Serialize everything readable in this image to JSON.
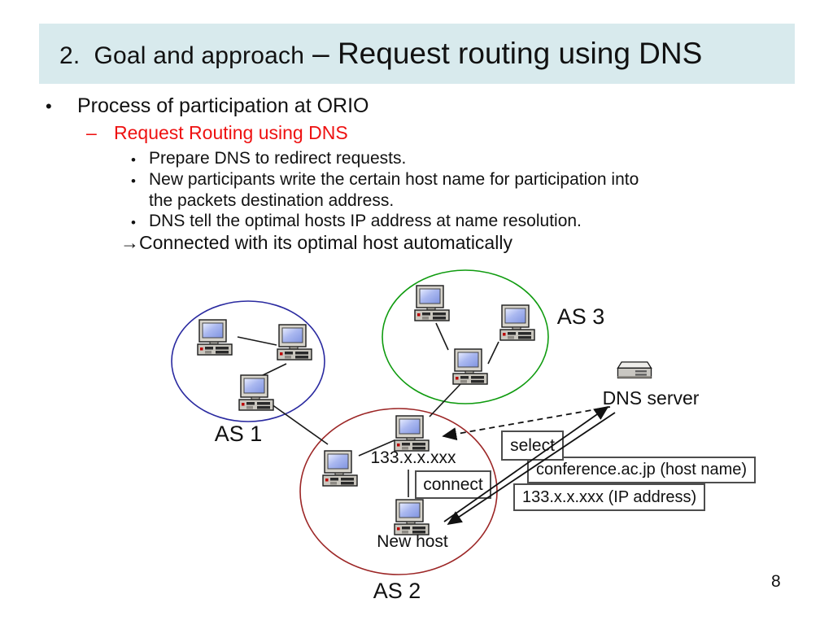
{
  "slide": {
    "title": {
      "prefix": "2.  Goal and approach",
      "emphasis": "– Request routing using DNS"
    },
    "page_number": "8"
  },
  "bullets": {
    "level1_marker": "•",
    "level1": "Process of participation at ORIO",
    "level2_marker": "–",
    "level2": "Request Routing using DNS",
    "level3_marker": "•",
    "level3": [
      "Prepare DNS to redirect requests.",
      "New participants write the certain host name for participation into the packets destination address.",
      "DNS tell the optimal hosts IP address at name resolution."
    ],
    "result_note": "→Connected with its optimal host automatically"
  },
  "diagram": {
    "as1_label": "AS 1",
    "as2_label": "AS 2",
    "as3_label": "AS 3",
    "dns_server_label": "DNS server",
    "selected_host_ip": "133.x.x.xxx",
    "new_host_label": "New host",
    "select_label": "select",
    "connect_label": "connect",
    "hostname_box": "conference.ac.jp (host name)",
    "ip_box": "133.x.x.xxx (IP address)",
    "icons": {
      "computer": "desktop-computer-icon",
      "server": "dns-server-box-icon"
    },
    "colors": {
      "title_bar_bg": "#d8eaed",
      "level2_text": "#ee1111",
      "as1_ellipse": "#2a2aa0",
      "as2_ellipse": "#9c2626",
      "as3_ellipse": "#0f9b0f",
      "line": "#1a1a1a"
    }
  }
}
